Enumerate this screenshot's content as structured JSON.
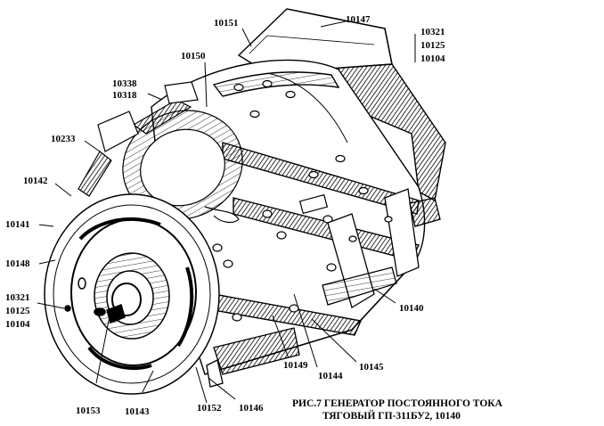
{
  "labels": {
    "l10151": "10151",
    "l10147": "10147",
    "l10321a": "10321",
    "l10125a": "10125",
    "l10104a": "10104",
    "l10150": "10150",
    "l10338": "10338",
    "l10318": "10318",
    "l10233": "10233",
    "l10142": "10142",
    "l10141": "10141",
    "l10148": "10148",
    "l10321b": "10321",
    "l10125b": "10125",
    "l10104b": "10104",
    "l10140": "10140",
    "l10153": "10153",
    "l10143": "10143",
    "l10152": "10152",
    "l10146": "10146",
    "l10149": "10149",
    "l10144": "10144",
    "l10145": "10145"
  },
  "caption": {
    "line1": "РИС.7 ГЕНЕРАТОР ПОСТОЯННОГО ТОКА",
    "line2": "ТЯГОВЫЙ ГП-311БУ2, 10140"
  }
}
